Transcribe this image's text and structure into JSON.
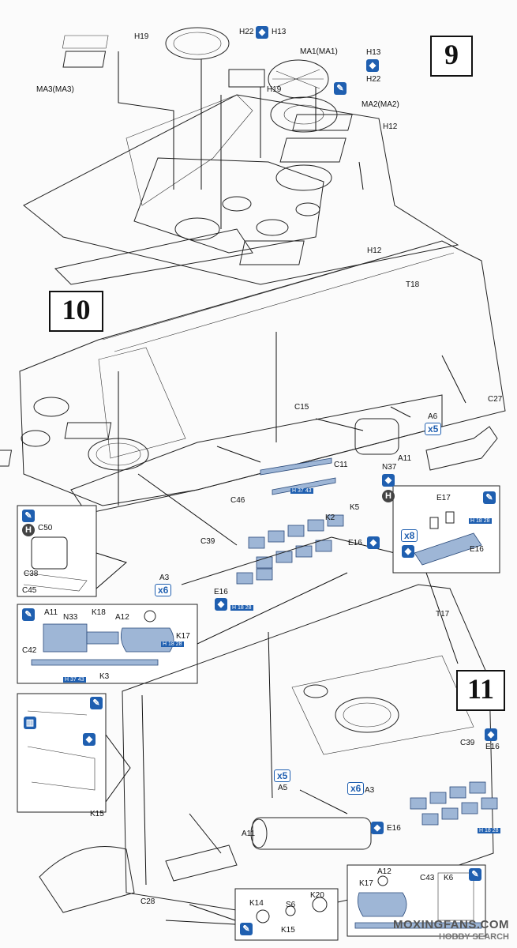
{
  "steps": [
    {
      "id": "step-9",
      "number": "9"
    },
    {
      "id": "step-10",
      "number": "10"
    },
    {
      "id": "step-11",
      "number": "11"
    }
  ],
  "labels": {
    "h19_top": "H19",
    "h22": "H22",
    "h13": "H13",
    "ma3": "MA3(MA3)",
    "ma1": "MA1(MA1)",
    "h13_b": "H13",
    "h22_b": "H22",
    "h19_b": "H19",
    "ma2": "MA2(MA2)",
    "h12": "H12",
    "h12_b": "H12",
    "t18": "T18",
    "c27": "C27",
    "c15": "C15",
    "a6": "A6",
    "c11": "C11",
    "n37": "N37",
    "a11": "A11",
    "c46": "C46",
    "k5": "K5",
    "k2": "K2",
    "c50": "C50",
    "c38": "C38",
    "c45": "C45",
    "c39": "C39",
    "e16": "E16",
    "a3": "A3",
    "e16_b": "E16",
    "e17": "E17",
    "e16_c": "E16",
    "a11_b": "A11",
    "n33": "N33",
    "k18": "K18",
    "a12": "A12",
    "k17": "K17",
    "c42": "C42",
    "k3": "K3",
    "t17": "T17",
    "c39_b": "C39",
    "e16_d": "E16",
    "e16_e": "E16",
    "a5": "A5",
    "a3_b": "A3",
    "k15": "K15",
    "a11_c": "A11",
    "c28": "C28",
    "k14": "K14",
    "s6": "S6",
    "k20": "K20",
    "k15_b": "K15",
    "k17_b": "K17",
    "a12_b": "A12",
    "c43": "C43",
    "k6": "K6"
  },
  "multipliers": {
    "x5": "x5",
    "x6": "x6",
    "x8": "x8",
    "x6b": "x6",
    "x5b": "x5"
  },
  "refs": {
    "r1": "H 37 43",
    "r2": "H 18 28",
    "r3": "H 18 28",
    "r4": "H 37 43",
    "r5": "H 18 28",
    "r6": "H 18 28"
  },
  "icons": {
    "glue": "glue-icon",
    "paint": "paint-icon",
    "hole": "drill-hole-icon",
    "letter_h": "H"
  },
  "watermark": {
    "line1": "MOXINGFANS.COM",
    "line2": "HOBBY SEARCH"
  },
  "colors": {
    "part_blue": "#9eb6d6",
    "icon_blue": "#1f5fb0",
    "line": "#222222"
  }
}
